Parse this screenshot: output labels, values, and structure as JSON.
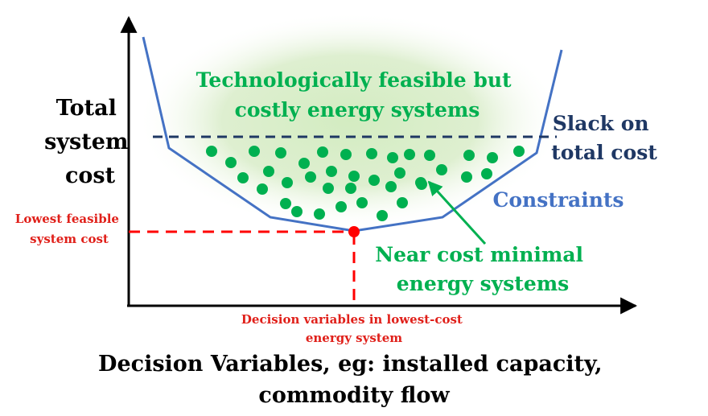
{
  "axes": {
    "y_label_lines": [
      "Total",
      "system",
      "cost"
    ],
    "x_label_lines": [
      "Decision Variables, eg: installed capacity,",
      "commodity flow"
    ]
  },
  "labels": {
    "feasible_region_lines": [
      "Technologically feasible but",
      "costly energy systems"
    ],
    "slack_lines": [
      "Slack on",
      "total cost"
    ],
    "constraints": "Constraints",
    "near_optimal_lines": [
      "Near cost minimal",
      "energy systems"
    ],
    "lowest_cost_lines": [
      "Lowest feasible",
      "system cost"
    ],
    "decision_lowest_lines": [
      "Decision variables in lowest-cost",
      "energy system"
    ]
  },
  "colors": {
    "axis": "#000000",
    "constraint_curve": "#4472c4",
    "slack_line": "#1f3864",
    "dots": "#00b050",
    "region_glow": "#d9efc8",
    "optimum": "#ff0000",
    "text_dark": "#000000",
    "text_blue": "#4472c4",
    "text_navy": "#1f3864",
    "text_green": "#00b050",
    "text_red": "#e0201a"
  }
}
